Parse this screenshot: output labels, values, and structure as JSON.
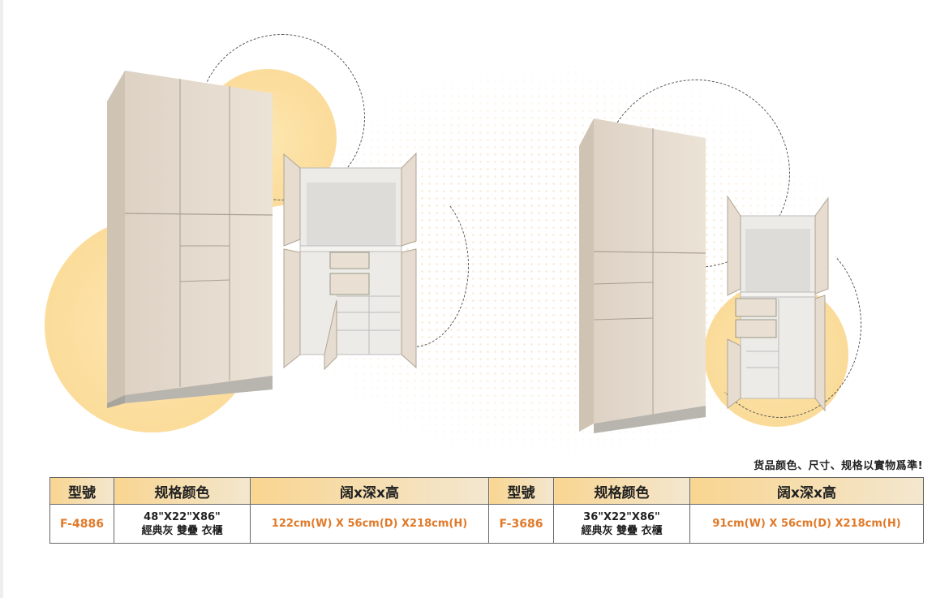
{
  "note": "货品颜色、尺寸、规格以實物爲準!",
  "table": {
    "headers": [
      "型號",
      "规格颜色",
      "阔x深x高",
      "型號",
      "规格颜色",
      "阔x深x高"
    ],
    "products": [
      {
        "model": "F-4886",
        "spec_line1": "48\"X22\"X86\"",
        "spec_line2": "經典灰 雙疊 衣櫃",
        "dims": "122cm(W) X 56cm(D) X218cm(H)"
      },
      {
        "model": "F-3686",
        "spec_line1": "36\"X22\"X86\"",
        "spec_line2": "經典灰 雙疊 衣櫃",
        "dims": "91cm(W) X 56cm(D) X218cm(H)"
      }
    ]
  },
  "colors": {
    "accent_orange": "#e07a2a",
    "header_gold": "#f9d590",
    "blob_yellow": "#fbe3a6",
    "wood": "#e8ddd0"
  },
  "images": [
    "wardrobe-f4886-closed",
    "wardrobe-f4886-open",
    "wardrobe-f3686-closed",
    "wardrobe-f3686-open"
  ]
}
